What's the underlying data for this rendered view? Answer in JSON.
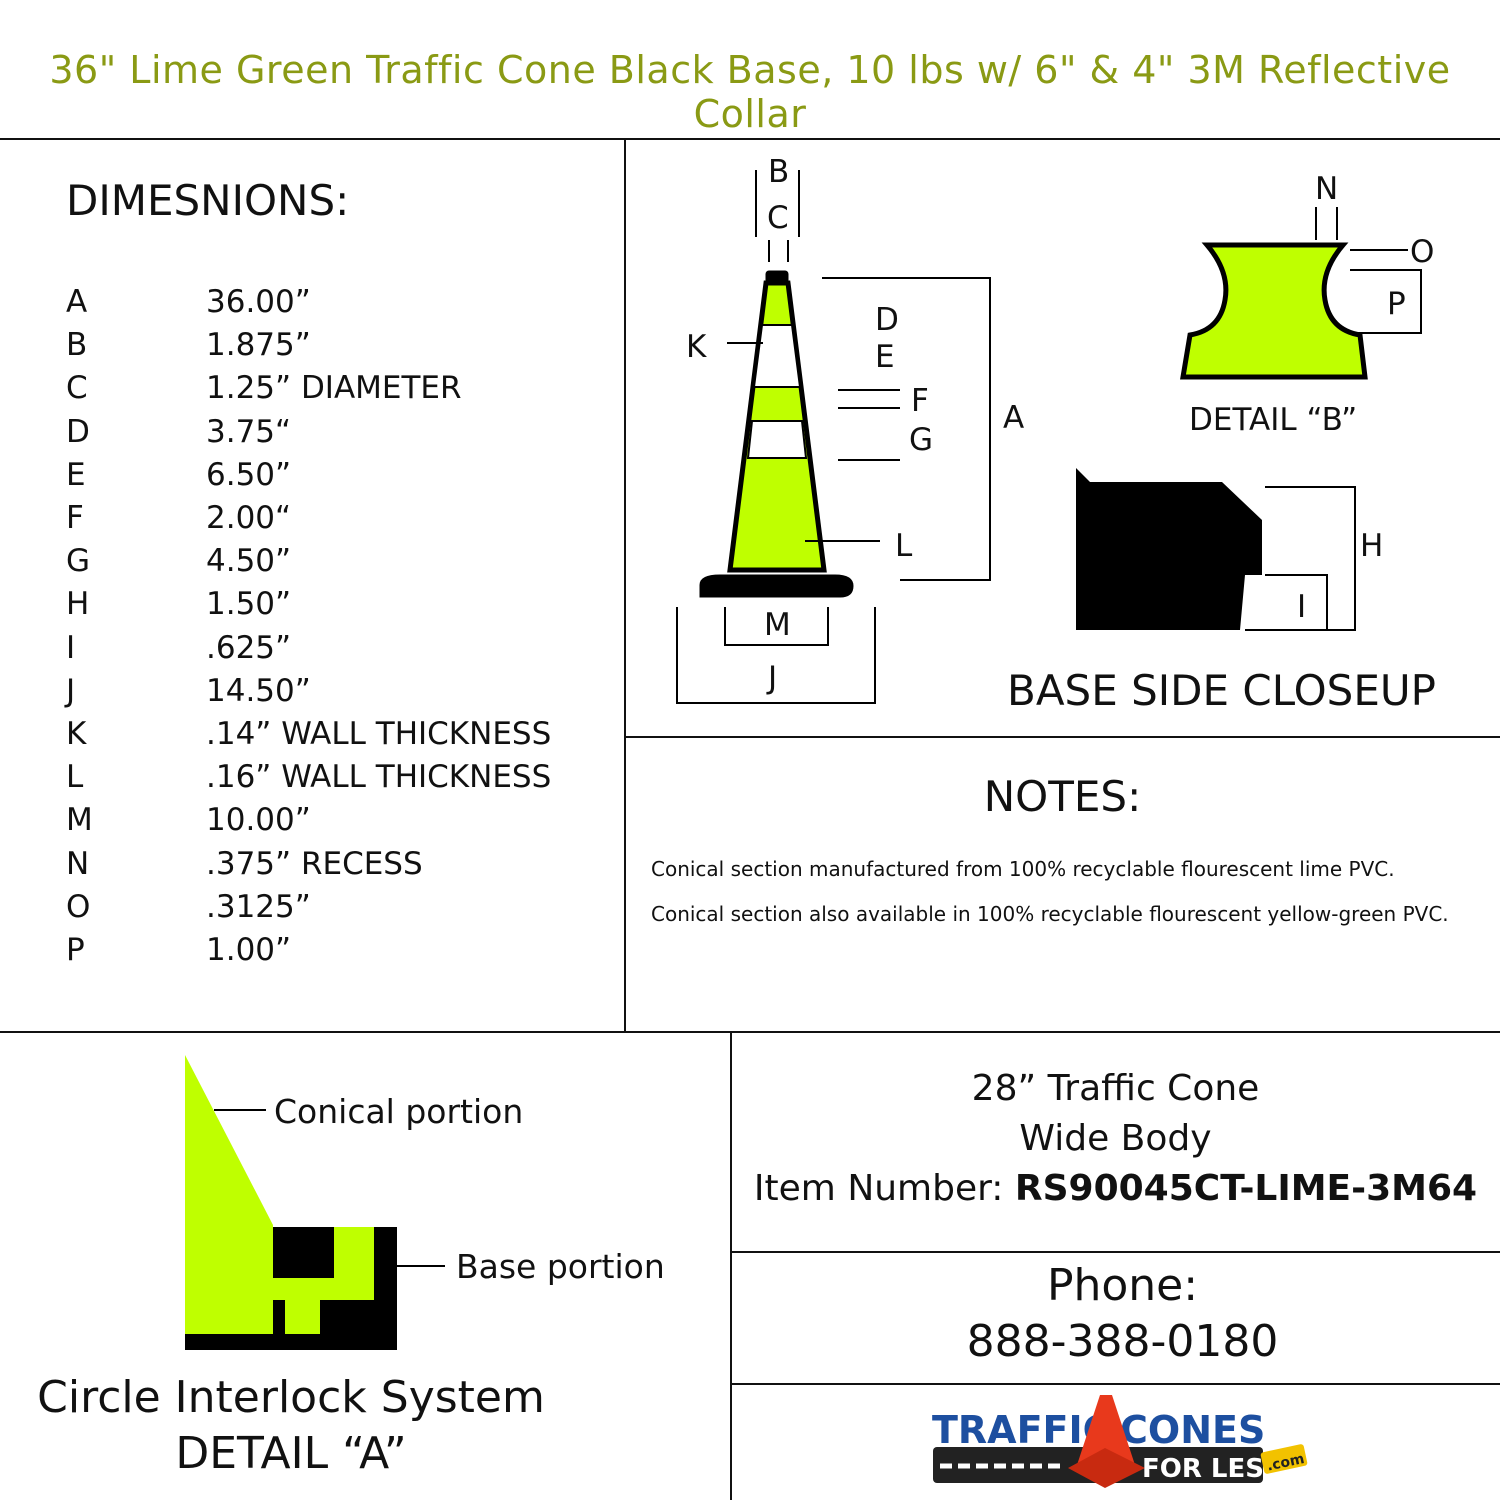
{
  "title": "36\" Lime Green Traffic Cone Black Base, 10 lbs w/ 6\" & 4\" 3M Reflective Collar",
  "dimensions": {
    "heading": "DIMESNIONS:",
    "rows": [
      {
        "key": "A",
        "value": "36.00”"
      },
      {
        "key": "B",
        "value": "1.875”"
      },
      {
        "key": "C",
        "value": "1.25” DIAMETER"
      },
      {
        "key": "D",
        "value": "3.75“"
      },
      {
        "key": "E",
        "value": "6.50”"
      },
      {
        "key": "F",
        "value": "2.00“"
      },
      {
        "key": "G",
        "value": "4.50”"
      },
      {
        "key": "H",
        "value": "1.50”"
      },
      {
        "key": "I",
        "value": ".625”"
      },
      {
        "key": "J",
        "value": "14.50”"
      },
      {
        "key": "K",
        "value": ".14” WALL THICKNESS"
      },
      {
        "key": "L",
        "value": ".16” WALL THICKNESS"
      },
      {
        "key": "M",
        "value": "10.00”"
      },
      {
        "key": "N",
        "value": ".375” RECESS"
      },
      {
        "key": "O",
        "value": ".3125”"
      },
      {
        "key": "P",
        "value": "1.00”"
      }
    ]
  },
  "diagram": {
    "labels": {
      "A": "A",
      "B": "B",
      "C": "C",
      "D": "D",
      "E": "E",
      "F": "F",
      "G": "G",
      "H": "H",
      "I": "I",
      "J": "J",
      "K": "K",
      "L": "L",
      "M": "M",
      "N": "N",
      "O": "O",
      "P": "P"
    },
    "detail_b": "DETAIL “B”",
    "base_closeup": "BASE SIDE CLOSEUP",
    "colors": {
      "lime": "#bfff00",
      "black": "#000000",
      "title": "#8a9a14"
    }
  },
  "notes": {
    "heading": "NOTES:",
    "items": [
      "Conical section manufactured from 100% recyclable flourescent lime PVC.",
      "Conical section also available in 100% recyclable flourescent yellow-green PVC."
    ]
  },
  "detail_a": {
    "conical": "Conical portion",
    "base": "Base portion",
    "caption1": "Circle Interlock System",
    "caption2": "DETAIL “A”"
  },
  "product": {
    "line1": "28” Traffic Cone",
    "line2": "Wide Body",
    "item_label": "Item Number: ",
    "item_number": "RS90045CT-LIME-3M64"
  },
  "contact": {
    "phone_label": "Phone:",
    "phone": "888-388-0180"
  },
  "logo": {
    "word1": "TRAFFIC",
    "word2": "CONES",
    "word3": "FOR LESS",
    "tld": ".com"
  }
}
